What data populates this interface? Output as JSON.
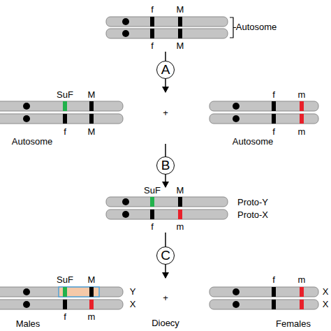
{
  "diagram": {
    "nodes": [
      {
        "text": [
          "A"
        ]
      },
      {
        "text": [
          "B"
        ]
      },
      {
        "text": [
          "C"
        ]
      }
    ],
    "labels": [
      "f",
      "M",
      "Autosome",
      "f",
      "M",
      "SuF",
      "M",
      "f",
      "M",
      "Autosome",
      "+",
      "f",
      "m",
      "f",
      "m",
      "Autosome",
      "SuF",
      "M",
      "Proto-Y",
      "Proto-X",
      "f",
      "m",
      "SuF",
      "M",
      "Y",
      "X",
      "f",
      "m",
      "Males",
      "+",
      "Dioecy",
      "f",
      "m",
      "X",
      "X",
      "Females"
    ]
  }
}
